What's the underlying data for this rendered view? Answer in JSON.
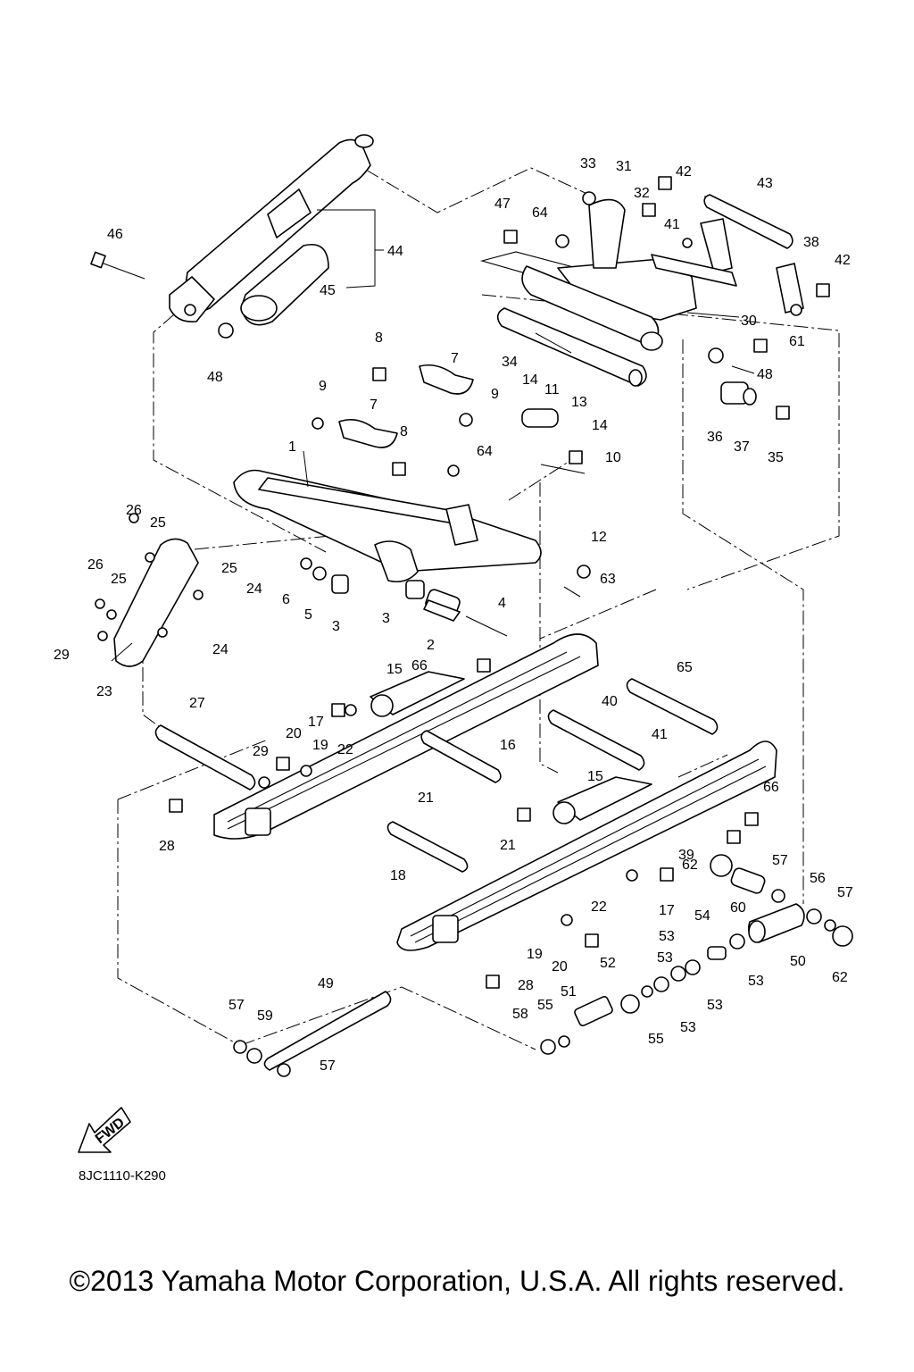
{
  "diagram": {
    "callouts": [
      "1",
      "2",
      "3",
      "3",
      "4",
      "5",
      "6",
      "7",
      "7",
      "8",
      "8",
      "9",
      "9",
      "10",
      "11",
      "12",
      "13",
      "14",
      "14",
      "15",
      "15",
      "16",
      "17",
      "17",
      "18",
      "19",
      "19",
      "20",
      "20",
      "21",
      "21",
      "22",
      "22",
      "23",
      "24",
      "24",
      "25",
      "25",
      "25",
      "26",
      "26",
      "27",
      "28",
      "28",
      "29",
      "29",
      "30",
      "31",
      "32",
      "33",
      "34",
      "35",
      "36",
      "37",
      "38",
      "39",
      "40",
      "41",
      "41",
      "42",
      "42",
      "43",
      "44",
      "45",
      "46",
      "47",
      "48",
      "48",
      "49",
      "50",
      "51",
      "52",
      "53",
      "53",
      "53",
      "53",
      "53",
      "54",
      "55",
      "55",
      "56",
      "57",
      "57",
      "57",
      "57",
      "58",
      "59",
      "60",
      "61",
      "62",
      "62",
      "63",
      "64",
      "64",
      "65",
      "66",
      "66"
    ],
    "fwd_label": "FWD",
    "code": "8JC1110-K290"
  },
  "copyright": "©2013 Yamaha Motor Corporation, U.S.A. All rights reserved."
}
